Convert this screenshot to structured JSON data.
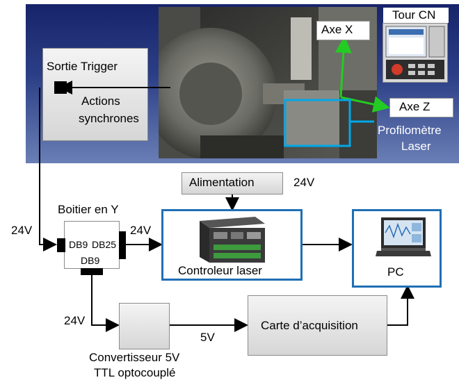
{
  "banner": {
    "sortie_trigger": "Sortie Trigger",
    "actions_synchrones_line1": "Actions",
    "actions_synchrones_line2": "synchrones",
    "tour_cn": "Tour CN",
    "axe_x": "Axe X",
    "axe_z": "Axe Z",
    "profilometre_line1": "Profilomètre",
    "profilometre_line2": "Laser"
  },
  "power": {
    "alimentation": "Alimentation",
    "voltage": "24V"
  },
  "boitier": {
    "title": "Boitier en Y",
    "db9_left": "DB9",
    "db25": "DB25",
    "db9_bottom": "DB9",
    "in_voltage": "24V",
    "out_voltage": "24V",
    "down_voltage": "24V"
  },
  "controleur": {
    "label": "Controleur laser"
  },
  "pc": {
    "label": "PC"
  },
  "convertisseur": {
    "line1": "Convertisseur 5V",
    "line2": "TTL optocouplé",
    "out_voltage": "5V"
  },
  "carte": {
    "label": "Carte d’acquisition"
  },
  "colors": {
    "banner_top": "#1a2a6e",
    "banner_bottom": "#5a6fa8",
    "blue_frame": "#1f6fb5",
    "axis_green": "#22cc22",
    "cyan_frame": "#00a8e8"
  }
}
